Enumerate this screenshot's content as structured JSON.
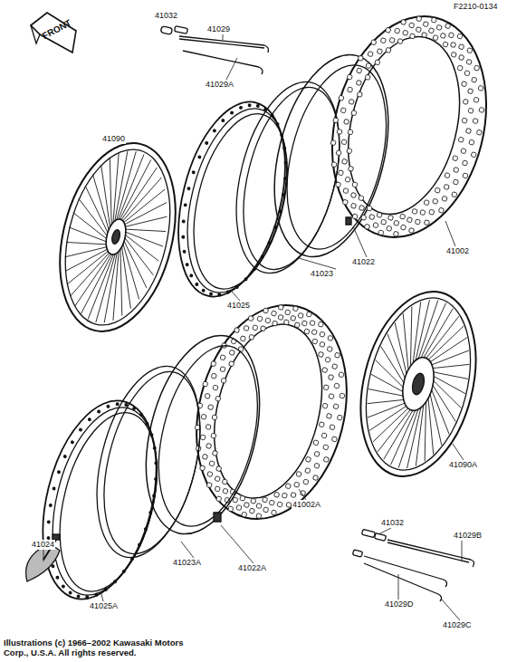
{
  "diagram": {
    "labels": [
      "F2210-0134",
      "FRONT",
      "41032",
      "41029",
      "41029A",
      "41090",
      "41002",
      "41023",
      "41022",
      "41025",
      "41090A",
      "41032",
      "41029B",
      "41002A",
      "41022A",
      "41023A",
      "41024",
      "41025A",
      "41029D",
      "41029C",
      "Illustrations (c) 1966–2002 Kawasaki Motors Corp., U.S.A. All rights reserved."
    ]
  }
}
